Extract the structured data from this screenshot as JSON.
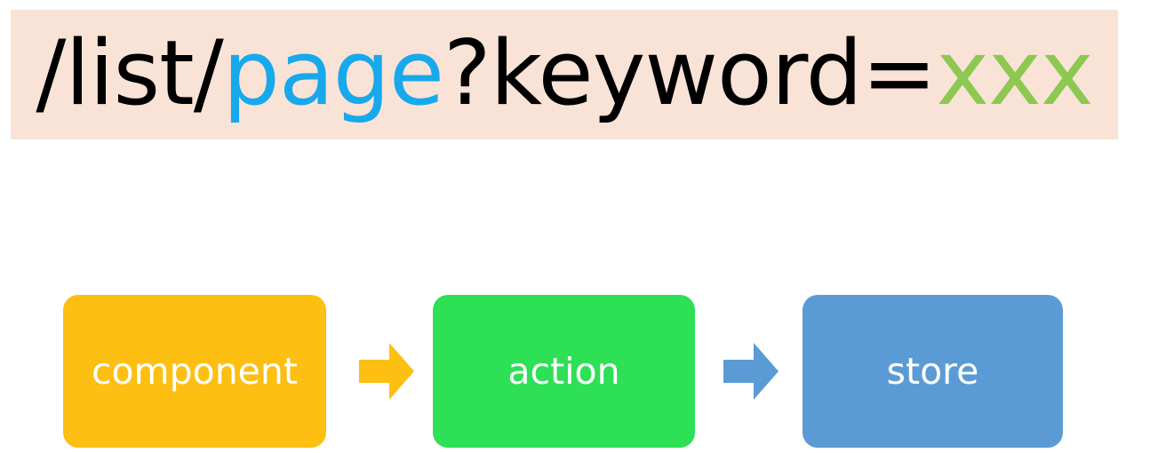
{
  "url_banner": {
    "background_color": "#f9e3d7",
    "segments": [
      {
        "text": "/list/",
        "color": "#000000",
        "role": "path"
      },
      {
        "text": "page",
        "color": "#17a9ec",
        "role": "page-param"
      },
      {
        "text": "?keyword=",
        "color": "#000000",
        "role": "query-key"
      },
      {
        "text": "xxx",
        "color": "#8dc850",
        "role": "query-value"
      }
    ],
    "full_url": "/list/page?keyword=xxx"
  },
  "flow": {
    "nodes": [
      {
        "label": "component",
        "color": "#fcbf12",
        "text_color": "#ffffff"
      },
      {
        "label": "action",
        "color": "#2ee055",
        "text_color": "#ffffff"
      },
      {
        "label": "store",
        "color": "#5b9bd5",
        "text_color": "#ffffff"
      }
    ],
    "arrows": [
      {
        "icon": "arrow-right-icon",
        "color": "#fcbf12",
        "from": "component",
        "to": "action"
      },
      {
        "icon": "arrow-right-icon",
        "color": "#5b9bd5",
        "from": "action",
        "to": "store"
      }
    ]
  },
  "colors": {
    "banner_bg": "#f9e3d7",
    "accent_blue": "#17a9ec",
    "accent_green": "#8dc850",
    "node_amber": "#fcbf12",
    "node_green": "#2ee055",
    "node_blue": "#5b9bd5",
    "page_bg": "#ffffff"
  }
}
